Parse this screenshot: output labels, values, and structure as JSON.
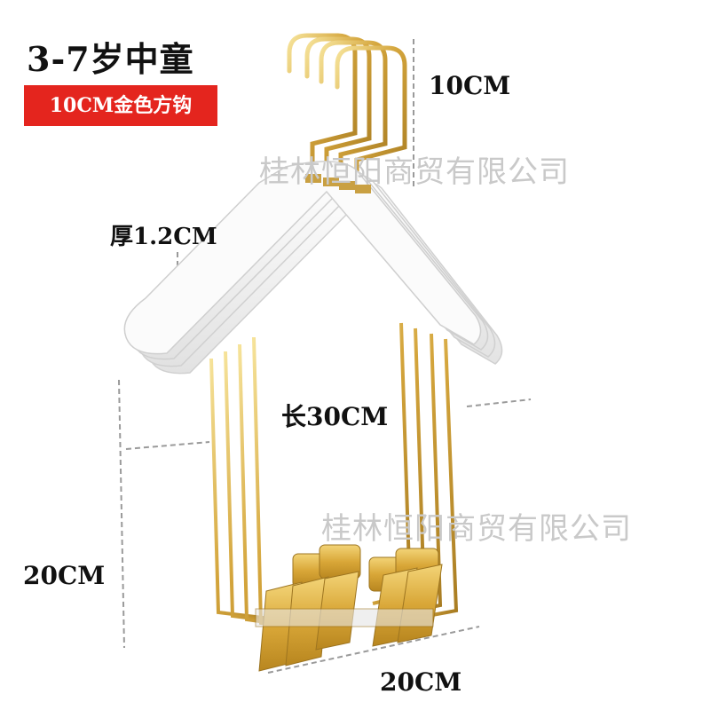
{
  "title": "3-7岁中童",
  "badge": "10CM金色方钩",
  "dimensions": {
    "hook_height": "10CM",
    "thickness": "厚1.2CM",
    "length": "长30CM",
    "clip_height": "20CM",
    "clip_width": "20CM"
  },
  "watermarks": [
    "桂林恒阳商贸有限公司",
    "桂林恒阳商贸有限公司"
  ],
  "colors": {
    "badge_red": "#e4251e",
    "gold": "#d8b04a",
    "hanger_white": "#f7f7f7"
  }
}
